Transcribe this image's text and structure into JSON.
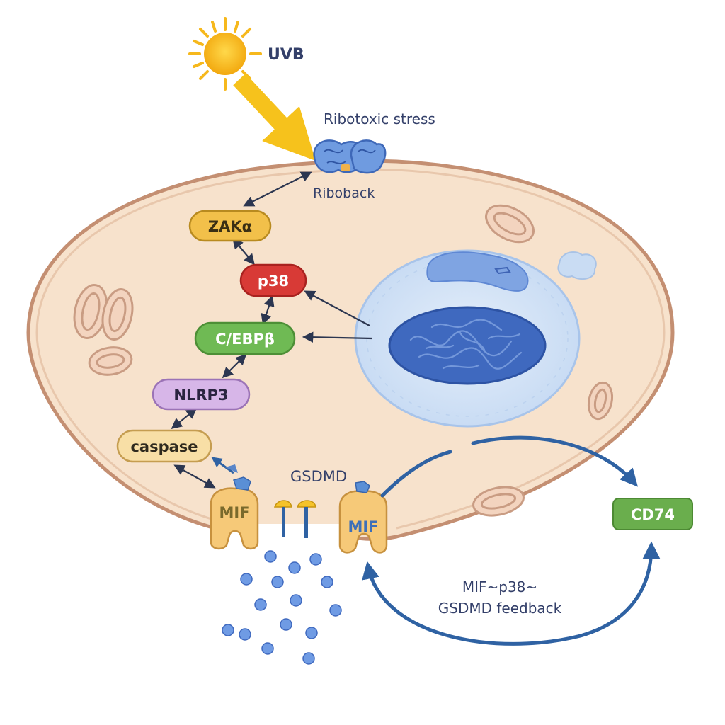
{
  "labels": {
    "uvb": "UVB",
    "ribotoxic_stress": "Ribotoxic stress",
    "riboback": "Riboback",
    "gsdmd": "GSDMD",
    "feedback_line1": "MIF~p38~",
    "feedback_line2": "GSDMD feedback"
  },
  "nodes": {
    "zak": "ZAKα",
    "p38": "p38",
    "cebpb": "C/EBPβ",
    "nlrp3": "NLRP3",
    "caspase": "caspase",
    "mif_left": "MIF",
    "mif_right": "MIF",
    "cd74": "CD74"
  },
  "colors": {
    "cell_fill": "#f7e2cc",
    "cell_border": "#c48f72",
    "arrow_blue": "#2f62a3",
    "zak": "#f2c04a",
    "p38": "#d83a36",
    "cebpb": "#6fba54",
    "nlrp3": "#d7b6e8",
    "caspase": "#f8dfa6",
    "cd74": "#6aae4d",
    "nucleus": "#d3e3f7",
    "chromatin": "#3f69bf",
    "sun": "#f5b718"
  }
}
